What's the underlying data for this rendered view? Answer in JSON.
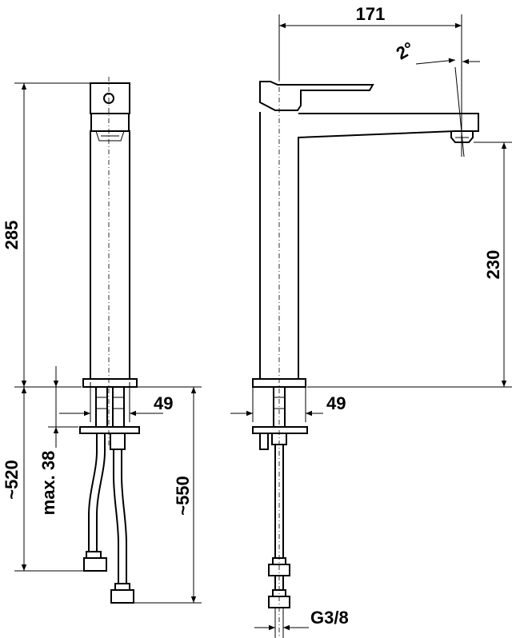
{
  "dimensions": {
    "overall_height": "285",
    "supply_hose_left": "~520",
    "max_mounting": "max. 38",
    "base_width_left": "49",
    "supply_hose_right": "~550",
    "projection": "171",
    "spout_angle": "2°",
    "spout_height": "230",
    "base_width_side": "49",
    "thread": "G3/8"
  }
}
